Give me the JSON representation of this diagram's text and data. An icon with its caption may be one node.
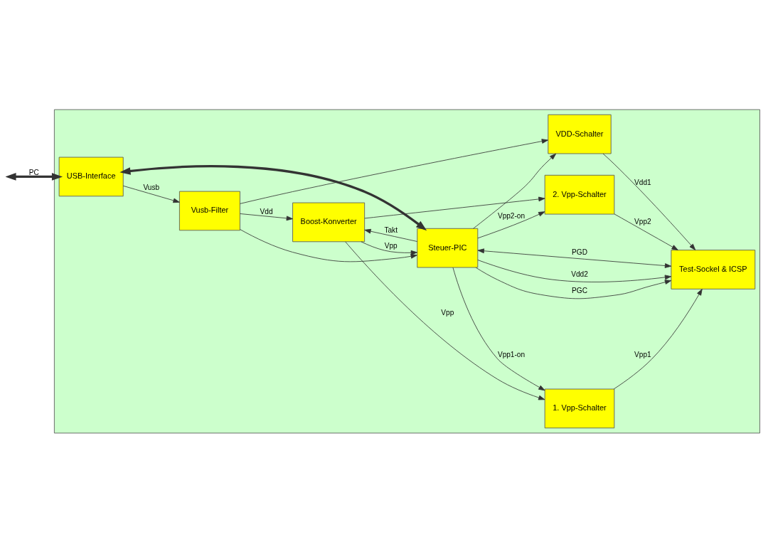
{
  "diagram": {
    "nodes": [
      {
        "text": [],
        "shape": "box"
      },
      {
        "text": [
          "Vusb-Filter"
        ],
        "in": 0
      },
      {
        "text": [
          "Boost-Konverter"
        ],
        "in": 0
      },
      {
        "text": [
          "USB-Interface"
        ],
        "in": 0
      },
      {
        "text": [
          "Steuer-PIC"
        ],
        "in": 0
      },
      {
        "text": [
          "1. Vpp-Schalter"
        ],
        "in": 0
      },
      {
        "text": [
          "2. Vpp-Schalter"
        ],
        "in": 0
      },
      {
        "text": [
          "Test-Sockel & ICSP"
        ],
        "in": 0
      },
      {
        "text": [
          "VDD-Schalter"
        ],
        "in": 0
      }
    ],
    "edges": [
      {
        "from": null,
        "to": 3,
        "arrow": "both",
        "label": "PC",
        "style": "thick"
      },
      {
        "from": 3,
        "to": 1,
        "arrow": "to",
        "label": "Vusb"
      },
      {
        "from": 1,
        "to": 2,
        "arrow": "to",
        "label": "Vdd"
      },
      {
        "from": 1,
        "to": 4,
        "arrow": "to"
      },
      {
        "from": 1,
        "to": 8,
        "arrow": "to"
      },
      {
        "from": 3,
        "to": 4,
        "arrow": "both",
        "style": "thick"
      },
      {
        "from": 4,
        "to": 2,
        "arrow": "to",
        "label": "Takt"
      },
      {
        "from": 2,
        "to": 4,
        "arrow": "to",
        "label": "Vpp"
      },
      {
        "from": 2,
        "to": 5,
        "arrow": "to",
        "label": "Vpp"
      },
      {
        "from": 2,
        "to": 6,
        "arrow": "to"
      },
      {
        "from": 4,
        "to": 5,
        "arrow": "to",
        "label": "Vpp1-on"
      },
      {
        "from": 4,
        "to": 6,
        "arrow": "to",
        "label": "Vpp2-on"
      },
      {
        "from": 4,
        "to": 7,
        "arrow": "to",
        "label": "Vdd2"
      },
      {
        "from": 4,
        "to": 7,
        "arrow": "both",
        "label": "PGD"
      },
      {
        "from": 4,
        "to": 7,
        "arrow": "to",
        "label": "PGC"
      },
      {
        "from": 4,
        "to": 8,
        "arrow": "to"
      },
      {
        "from": 5,
        "to": 7,
        "arrow": "to",
        "label": "Vpp1"
      },
      {
        "from": 6,
        "to": 7,
        "arrow": "to",
        "label": "Vpp2"
      },
      {
        "from": 8,
        "to": 7,
        "arrow": "to",
        "label": "Vdd1"
      }
    ]
  }
}
